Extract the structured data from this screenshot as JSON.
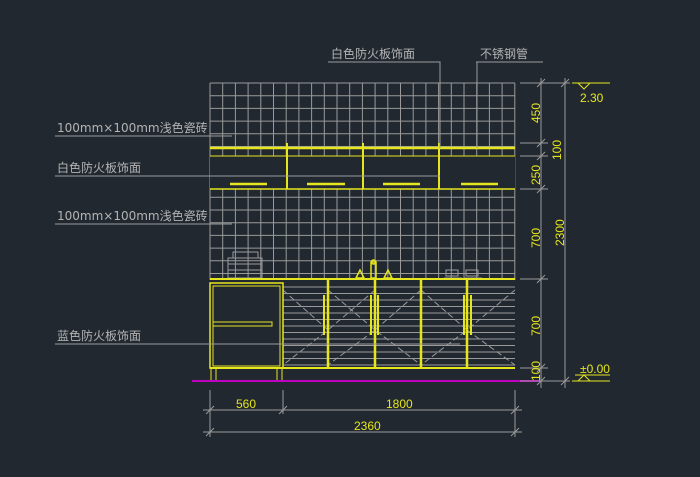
{
  "annotations": {
    "tile_upper": "100mm×100mm浅色瓷砖",
    "white_panel_left": "白色防火板饰面",
    "tile_lower": "100mm×100mm浅色瓷砖",
    "blue_panel": "蓝色防火板饰面",
    "white_panel_top": "白色防火板饰面",
    "steel_pipe": "不锈钢管"
  },
  "dimensions": {
    "v_450": "450",
    "v_100_top": "100",
    "v_250": "250",
    "v_700_upper": "700",
    "v_2300": "2300",
    "v_700_lower": "700",
    "v_100_bottom": "100",
    "h_560": "560",
    "h_1800": "1800",
    "h_2360": "2360"
  },
  "elevations": {
    "top": "2.30",
    "floor": "±0.00"
  },
  "colors": {
    "background": "#212830",
    "cad_yellow": "#e6e61e",
    "floor_line": "#c000c0",
    "lines": "#9a9a9a"
  }
}
